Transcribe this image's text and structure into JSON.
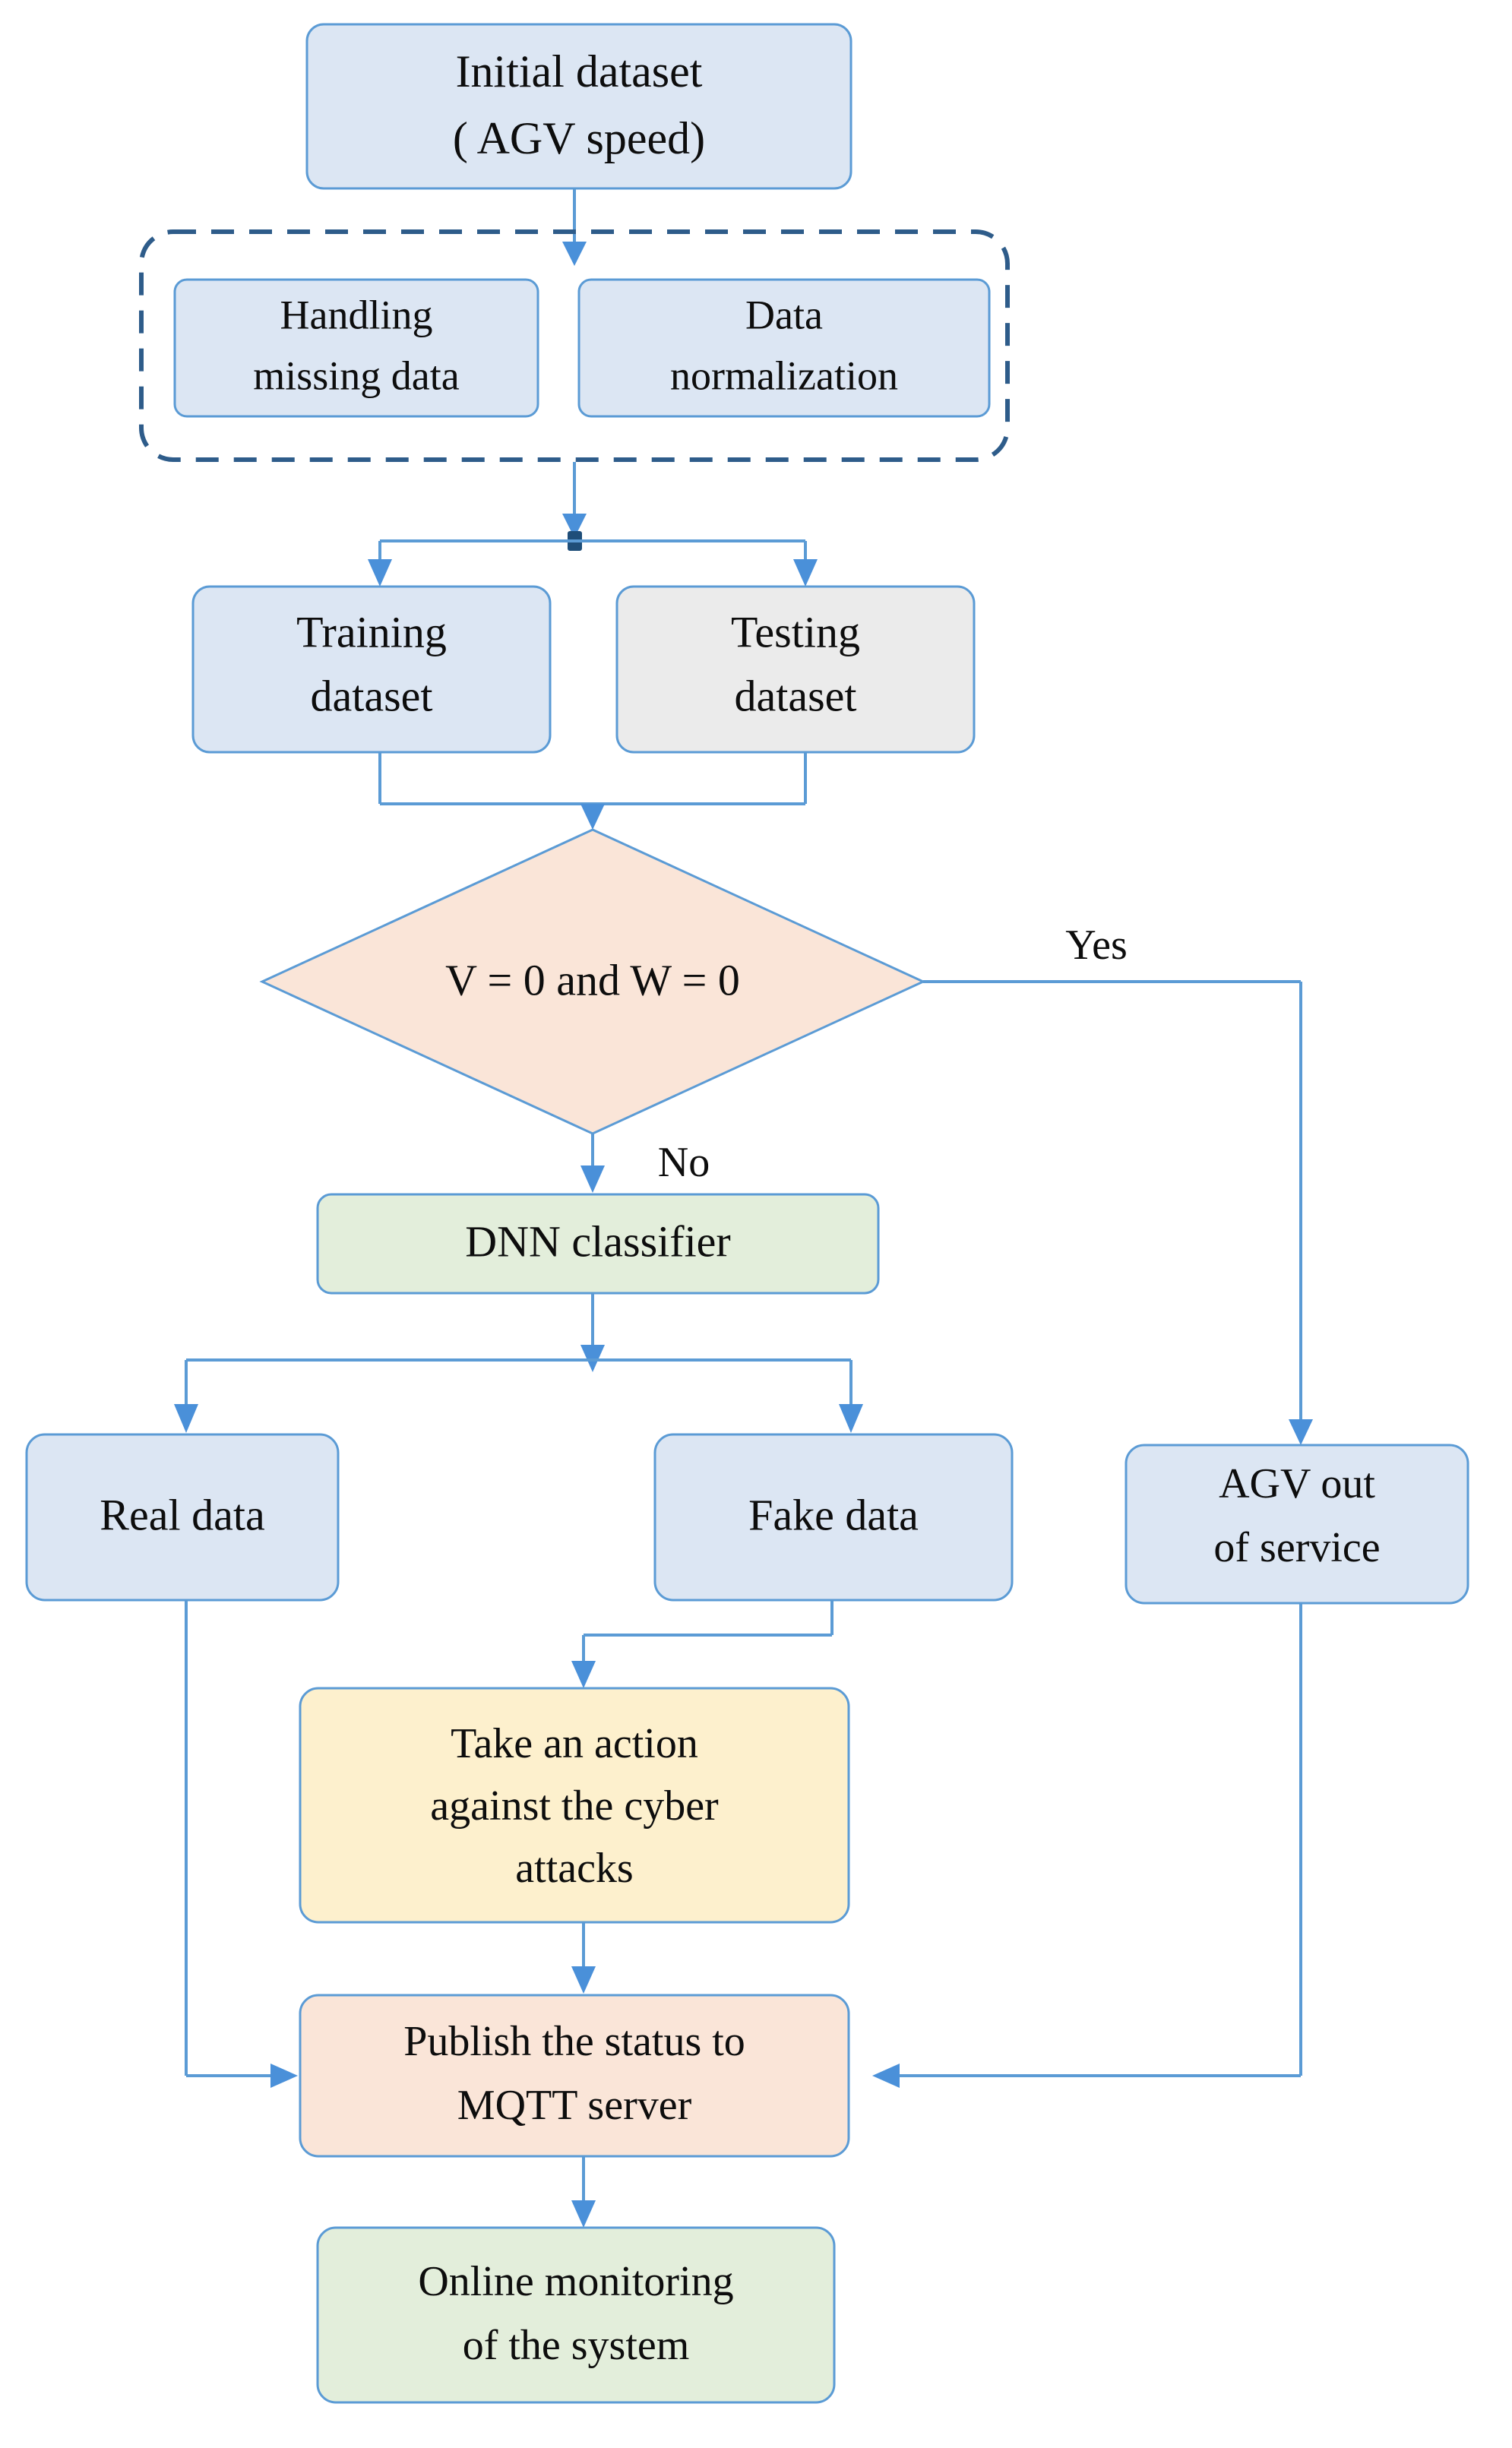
{
  "diagram": {
    "title": "AGV cyber-attack detection flowchart",
    "colors": {
      "blue_fill": "#dce6f3",
      "gray_fill": "#ebebeb",
      "peach_fill": "#fae5d8",
      "green_fill": "#e3eedb",
      "yellow_fill": "#fdf0cd",
      "border_blue": "#5b9bd5",
      "connector_blue": "#5b9bd5",
      "dashed_border": "#2e5c8a",
      "text_black": "#0d0d0d"
    },
    "nodes": [
      {
        "id": "initial-dataset",
        "shape": "rounded-rect",
        "fill": "blue_fill",
        "lines": [
          "Initial dataset",
          "( AGV speed)"
        ]
      },
      {
        "id": "handling-missing-data",
        "shape": "rounded-rect",
        "fill": "blue_fill",
        "lines": [
          "Handling",
          "missing data"
        ]
      },
      {
        "id": "data-normalization",
        "shape": "rounded-rect",
        "fill": "blue_fill",
        "lines": [
          "Data",
          "normalization"
        ]
      },
      {
        "id": "training-dataset",
        "shape": "rounded-rect",
        "fill": "blue_fill",
        "lines": [
          "Training",
          "dataset"
        ]
      },
      {
        "id": "testing-dataset",
        "shape": "rounded-rect",
        "fill": "gray_fill",
        "lines": [
          "Testing",
          "dataset"
        ]
      },
      {
        "id": "decision",
        "shape": "diamond",
        "fill": "peach_fill",
        "lines": [
          "V = 0 and W = 0"
        ]
      },
      {
        "id": "dnn-classifier",
        "shape": "rounded-rect",
        "fill": "green_fill",
        "lines": [
          "DNN classifier"
        ]
      },
      {
        "id": "real-data",
        "shape": "rounded-rect",
        "fill": "blue_fill",
        "lines": [
          "Real data"
        ]
      },
      {
        "id": "fake-data",
        "shape": "rounded-rect",
        "fill": "blue_fill",
        "lines": [
          "Fake data"
        ]
      },
      {
        "id": "agv-out-of-service",
        "shape": "rounded-rect",
        "fill": "blue_fill",
        "lines": [
          "AGV out",
          "of service"
        ]
      },
      {
        "id": "take-action",
        "shape": "rounded-rect",
        "fill": "yellow_fill",
        "lines": [
          "Take an action",
          "against the cyber",
          "attacks"
        ]
      },
      {
        "id": "publish-mqtt",
        "shape": "rounded-rect",
        "fill": "peach_fill",
        "lines": [
          "Publish the status to",
          "MQTT server"
        ]
      },
      {
        "id": "online-monitoring",
        "shape": "rounded-rect",
        "fill": "green_fill",
        "lines": [
          "Online monitoring",
          "of the system"
        ]
      }
    ],
    "labels": {
      "initial_dataset_l1": "Initial dataset",
      "initial_dataset_l2": "( AGV speed)",
      "handling_l1": "Handling",
      "handling_l2": "missing data",
      "normalization_l1": "Data",
      "normalization_l2": "normalization",
      "training_l1": "Training",
      "training_l2": "dataset",
      "testing_l1": "Testing",
      "testing_l2": "dataset",
      "decision_l1": "V = 0 and W = 0",
      "dnn_l1": "DNN classifier",
      "real_data_l1": "Real data",
      "fake_data_l1": "Fake data",
      "agv_out_l1": "AGV out",
      "agv_out_l2": "of service",
      "take_action_l1": "Take an action",
      "take_action_l2": "against the cyber",
      "take_action_l3": "attacks",
      "publish_l1": "Publish the status to",
      "publish_l2": "MQTT server",
      "monitoring_l1": "Online monitoring",
      "monitoring_l2": "of the system",
      "edge_yes": "Yes",
      "edge_no": "No"
    }
  }
}
